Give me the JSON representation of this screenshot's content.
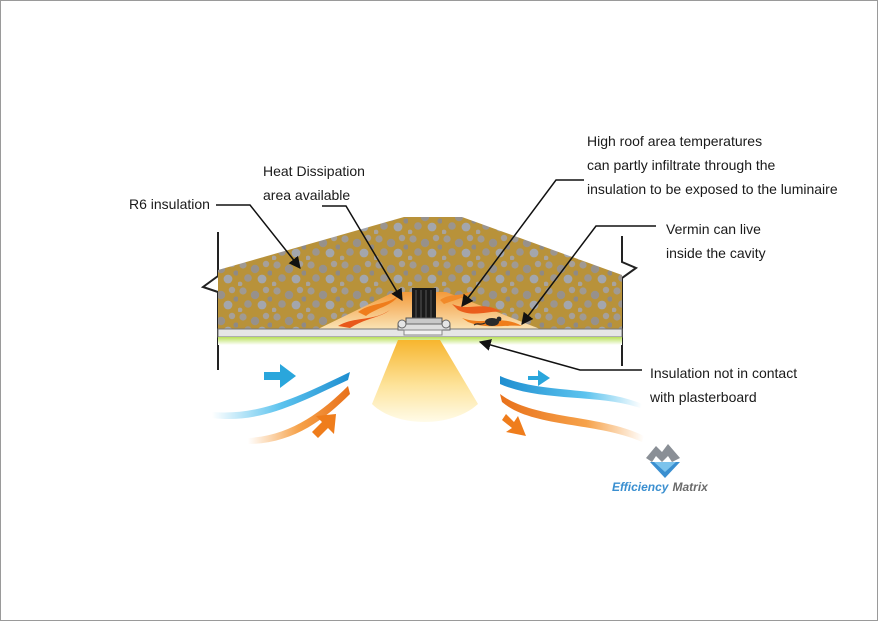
{
  "labels": {
    "insulation": "R6 insulation",
    "heat_line1": "Heat Dissipation",
    "heat_line2": "area available",
    "roof_line1": "High roof area temperatures",
    "roof_line2": "can partly infiltrate through the",
    "roof_line3": "insulation to be exposed to the luminaire",
    "vermin_line1": "Vermin can live",
    "vermin_line2": "inside the cavity",
    "contact_line1": "Insulation not in contact",
    "contact_line2": "with plasterboard"
  },
  "logo": {
    "word1": "Efficiency",
    "word2": "Matrix"
  },
  "colors": {
    "insulation": "#b8923a",
    "stones": "#9b9b9b",
    "cavity": "#f4d79c",
    "plaster": "#e6e6e6",
    "glow": "#c6e76a",
    "cool_air": "#2aa6dc",
    "warm_air": "#ef7d1c",
    "light": "#fbd34d"
  }
}
